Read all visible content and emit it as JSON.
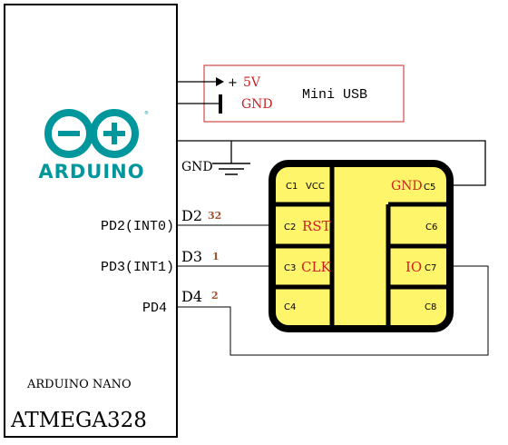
{
  "arduino": {
    "logo_text": "ARDUINO",
    "board_name": "ARDUINO NANO",
    "chip": "ATMEGA328",
    "pins": {
      "pd2": "PD2(INT0)",
      "pd3": "PD3(INT1)",
      "pd4": "PD4"
    }
  },
  "usb": {
    "plus_sign": "+",
    "v5": "5V",
    "gnd": "GND",
    "title": "Mini USB"
  },
  "wires": {
    "gnd": "GND",
    "d2": "D2",
    "d2_num": "32",
    "d3": "D3",
    "d3_num": "1",
    "d4": "D4",
    "d4_num": "2"
  },
  "sim": {
    "c1": "C1",
    "vcc": "VCC",
    "gnd": "GND",
    "c5": "C5",
    "c2": "C2",
    "rst": "RST",
    "c6": "C6",
    "c3": "C3",
    "clk": "CLK",
    "io": "IO",
    "c7": "C7",
    "c4": "C4",
    "c8": "C8"
  },
  "colors": {
    "arduino_teal": "#00979C",
    "sim_fill": "#FFF56A",
    "label_red": "#CC2222",
    "pin_num": "#A0522D",
    "usb_border": "#D04A4A"
  }
}
